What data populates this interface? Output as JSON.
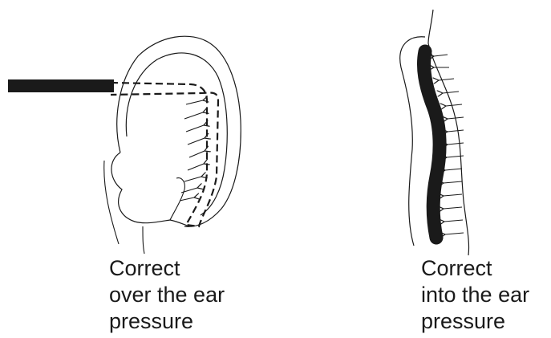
{
  "figures": [
    {
      "caption": [
        "Correct",
        "over the ear",
        "pressure"
      ]
    },
    {
      "caption": [
        "Correct",
        "into the ear",
        "pressure"
      ]
    }
  ],
  "colors": {
    "ink": "#1a1a1a",
    "background": "#ffffff"
  }
}
